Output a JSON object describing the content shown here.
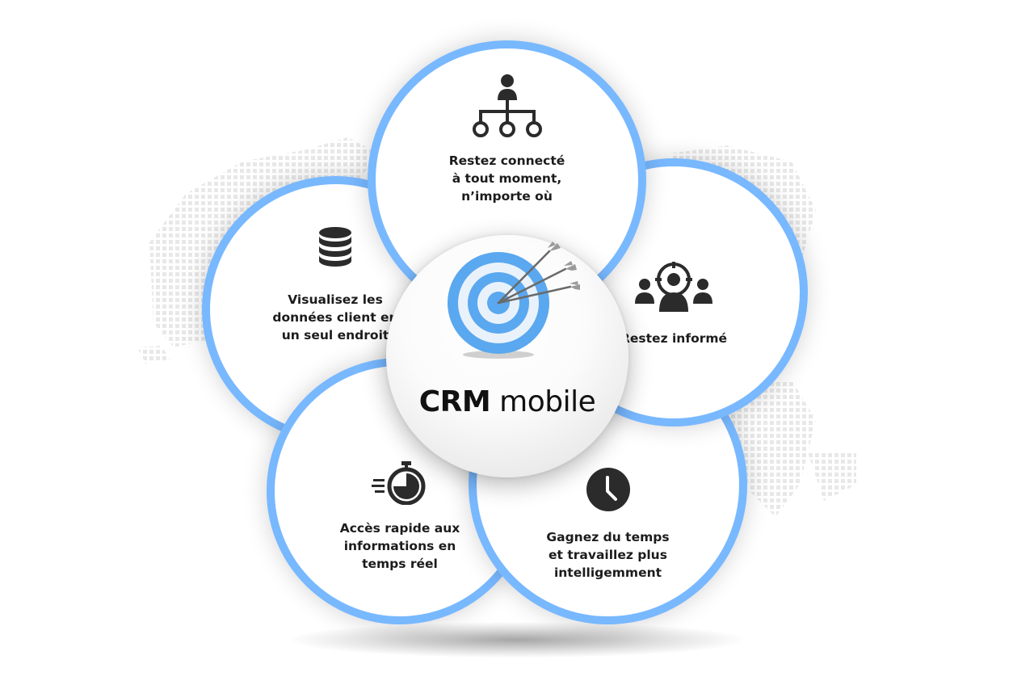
{
  "center": {
    "title_bold": "CRM",
    "title_rest": "mobile",
    "icon": "target-arrows-icon"
  },
  "petals": [
    {
      "id": "top",
      "icon": "org-chart-icon",
      "label": "Restez connecté\nà tout moment,\nn’importe où"
    },
    {
      "id": "left",
      "icon": "database-icon",
      "label": "Visualisez les\ndonnées client en\nun seul endroit"
    },
    {
      "id": "right",
      "icon": "team-target-icon",
      "label": "Restez informé"
    },
    {
      "id": "bottom-left",
      "icon": "stopwatch-icon",
      "label": "Accès rapide aux\ninformations en\ntemps réel"
    },
    {
      "id": "bottom-right",
      "icon": "clock-icon",
      "label": "Gagnez du temps\net travaillez plus\nintelligemment"
    }
  ],
  "colors": {
    "ring": "#78b8ff",
    "target_blue": "#5aa8ef",
    "icon_dark": "#2b2b2b",
    "map_dots": "#e6e6e6"
  }
}
